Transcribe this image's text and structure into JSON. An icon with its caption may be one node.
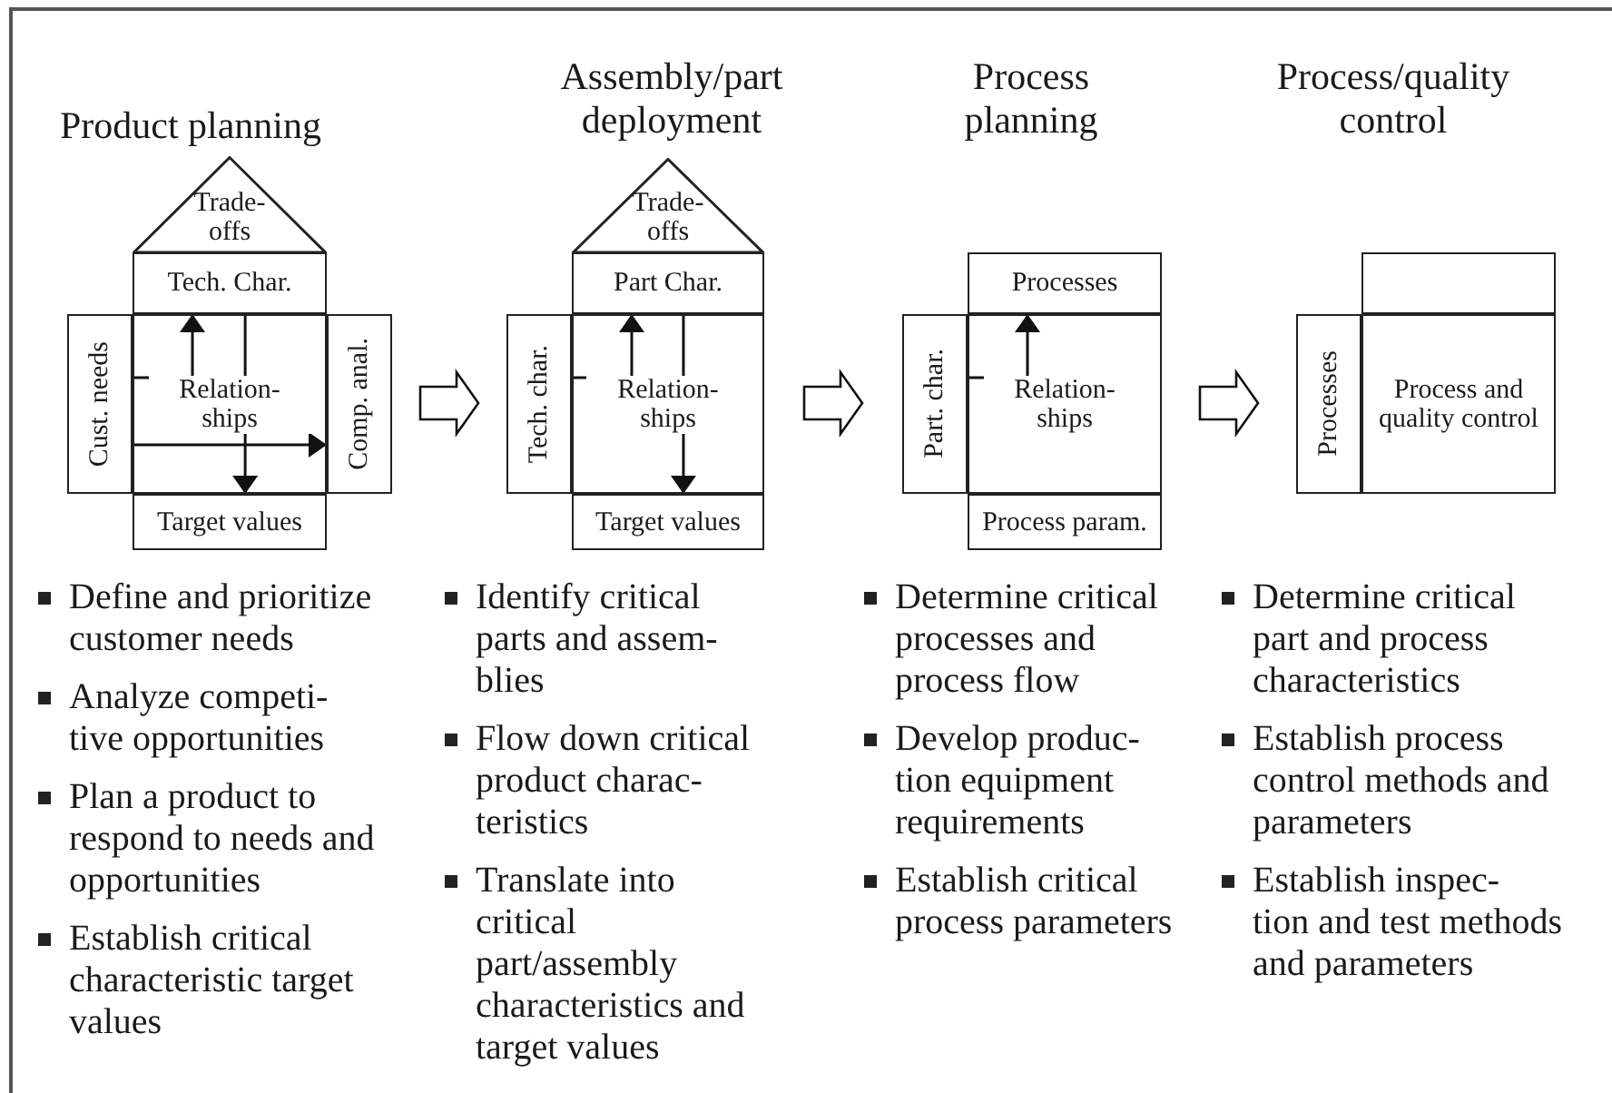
{
  "diagram": {
    "nodes": [
      {
        "text": [
          "Trade- offs"
        ],
        "beside": [
          "Product planning"
        ]
      },
      {
        "text": [
          "Tech. Char."
        ]
      },
      {
        "text": [
          "Cust. needs"
        ]
      },
      {
        "text": [
          "Relation- ships"
        ]
      },
      {
        "text": [
          "Comp. anal."
        ]
      },
      {
        "text": [
          "Target values"
        ]
      },
      {
        "text": [
          "Trade- offs"
        ],
        "beside": [
          "Assembly/part deployment"
        ]
      },
      {
        "text": [
          "Part Char."
        ]
      },
      {
        "text": [
          "Tech. char."
        ]
      },
      {
        "text": [
          "Relation- ships"
        ]
      },
      {
        "text": [
          "Target values"
        ]
      },
      {
        "text": [
          "Processes"
        ],
        "beside": [
          "Process planning"
        ]
      },
      {
        "text": [
          "Part. char."
        ]
      },
      {
        "text": [
          "Relation- ships"
        ]
      },
      {
        "text": [
          "Process param."
        ]
      },
      {
        "text": [],
        "shape": "box",
        "beside": [
          "Process/quality control"
        ]
      },
      {
        "text": [
          "Processes"
        ]
      },
      {
        "text": [
          "Process and quality control"
        ]
      }
    ],
    "edges": [
      {
        "from": 3,
        "to": 1,
        "arrow": "to"
      },
      {
        "from": 3,
        "to": 5,
        "arrow": "to"
      },
      {
        "from": 3,
        "to": 4,
        "arrow": "to"
      },
      {
        "from": 4,
        "to": 8,
        "arrow": "to",
        "style": "thick"
      },
      {
        "from": 9,
        "to": 7,
        "arrow": "to"
      },
      {
        "from": 9,
        "to": 10,
        "arrow": "to"
      },
      {
        "from": 9,
        "to": 12,
        "arrow": "to",
        "style": "thick"
      },
      {
        "from": 13,
        "to": 11,
        "arrow": "to"
      },
      {
        "from": 13,
        "to": 16,
        "arrow": "to",
        "style": "thick"
      }
    ],
    "labels": [
      "Define and prioritize customer needs",
      "Analyze competi- tive opportunities",
      "Plan a product to respond to needs and opportunities",
      "Establish critical characteristic target values",
      "Identify critical parts and assem- blies",
      "Flow down critical product charac- teristics",
      "Translate into critical part/assembly characteristics and target values",
      "Determine critical processes and process flow",
      "Develop produc- tion equipment requirements",
      "Establish critical process parameters",
      "Determine critical part and process characteristics",
      "Establish process control methods and parameters",
      "Establish inspec- tion and test methods and parameters"
    ]
  }
}
